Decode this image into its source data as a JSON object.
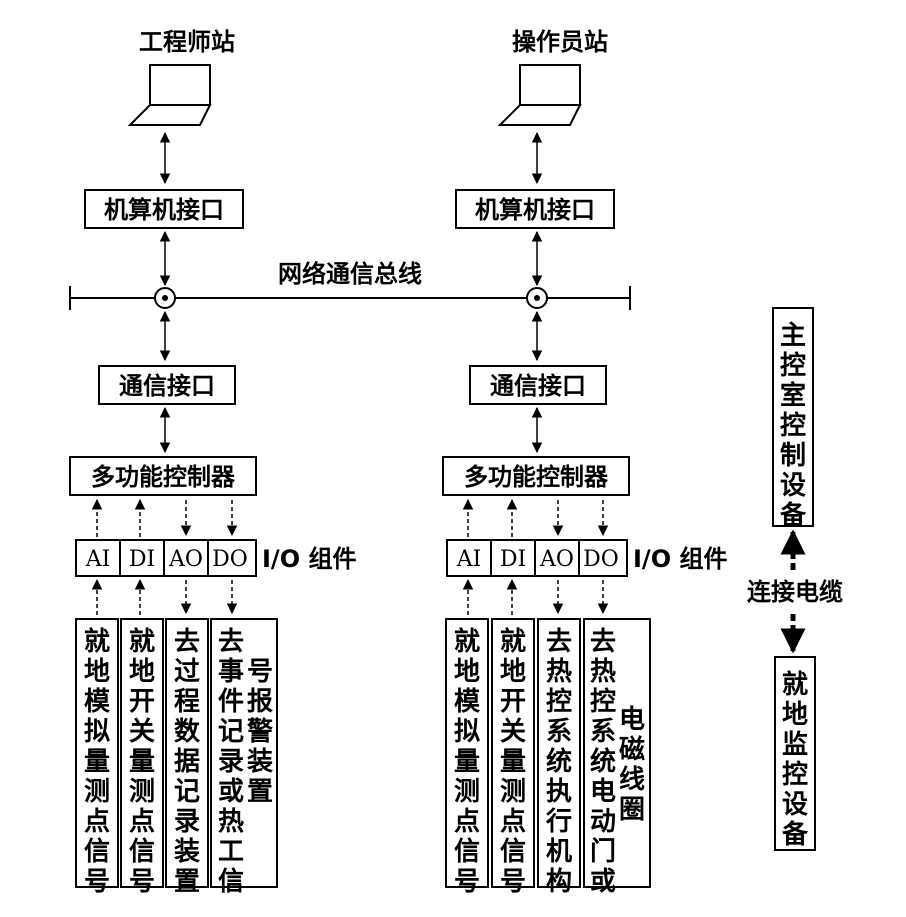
{
  "stations": [
    {
      "title": "工程师站",
      "interface": "机算机接口"
    },
    {
      "title": "操作员站",
      "interface": "机算机接口"
    }
  ],
  "bus_label": "网络通信总线",
  "units": [
    {
      "comm_interface": "通信接口",
      "controller": "多功能控制器",
      "io_label": "I/O 组件",
      "io_modules": [
        "AI",
        "DI",
        "AO",
        "DO"
      ],
      "signals": [
        {
          "col1": "就地模拟量测点信号"
        },
        {
          "col1": "就地开关量测点信号"
        },
        {
          "col1": "去过程数据记录装置"
        },
        {
          "col1": "去事件记录或热工信",
          "col2": "号报警装置"
        }
      ]
    },
    {
      "comm_interface": "通信接口",
      "controller": "多功能控制器",
      "io_label": "I/O 组件",
      "io_modules": [
        "AI",
        "DI",
        "AO",
        "DO"
      ],
      "signals": [
        {
          "col1": "就地模拟量测点信号"
        },
        {
          "col1": "就地开关量测点信号"
        },
        {
          "col1": "去热控系统执行机构"
        },
        {
          "col1": "去热控系统电动门或",
          "col2": "电磁线圈"
        }
      ]
    }
  ],
  "main_room": "主控室控制设备",
  "cable_label": "连接电缆",
  "local_monitor": "就地监控设备"
}
